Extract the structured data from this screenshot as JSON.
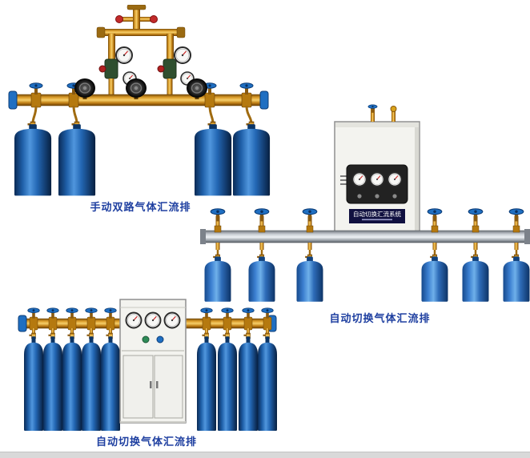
{
  "page": {
    "background": "#ffffff",
    "footer_strip_color": "#d9d9d9"
  },
  "products": [
    {
      "caption": "手动双路气体汇流排"
    },
    {
      "caption": "自动切换气体汇流排",
      "cabinet_label": "自动切换汇流系统"
    },
    {
      "caption": "自动切换气体汇流排"
    }
  ],
  "colors": {
    "caption_text": "#1e3fa0",
    "cylinder_blue": "#1e5fa8",
    "brass_pipe": "#d99a28",
    "rail_silver": "#c9ced4",
    "cabinet_white": "#f3f3ef"
  }
}
